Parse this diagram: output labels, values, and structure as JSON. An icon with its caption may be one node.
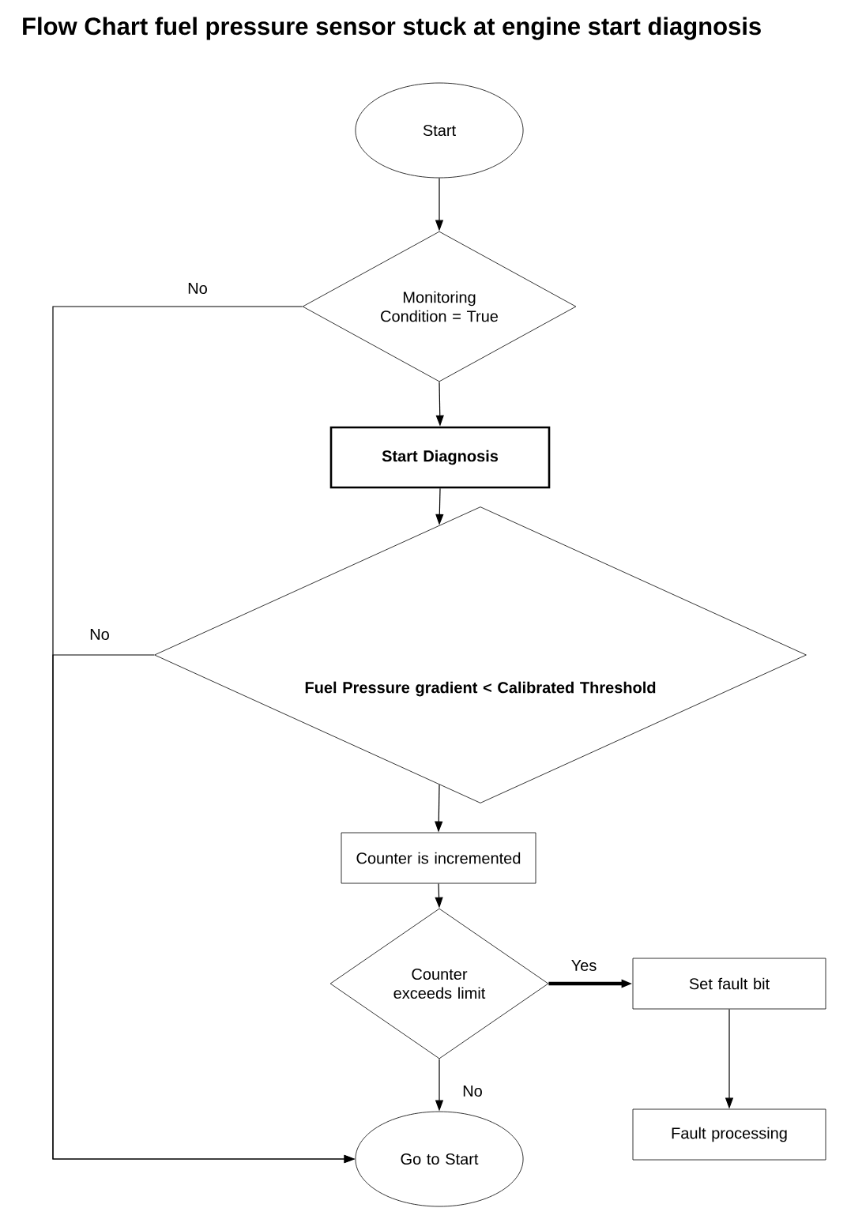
{
  "diagram": {
    "title": "Flow Chart fuel pressure sensor stuck at engine start diagnosis",
    "nodes": [
      {
        "text": [
          "Start"
        ]
      },
      {
        "text": [
          "Monitoring Condition = True"
        ]
      },
      {
        "text": [
          "Start Diagnosis"
        ]
      },
      {
        "text": [
          "Fuel Pressure gradient < Calibrated Threshold"
        ]
      },
      {
        "text": [
          "Counter is incremented"
        ]
      },
      {
        "text": [
          "Counter exceeds limit"
        ]
      },
      {
        "text": [
          "Set fault bit"
        ]
      },
      {
        "text": [
          "Fault processing"
        ]
      },
      {
        "text": [
          "Go to Start"
        ]
      }
    ],
    "edges": [
      {
        "from": 0,
        "to": 1,
        "arrow": "to"
      },
      {
        "from": 1,
        "to": 2,
        "arrow": "to"
      },
      {
        "from": 2,
        "to": 3,
        "arrow": "to"
      },
      {
        "from": 3,
        "to": 4,
        "arrow": "to"
      },
      {
        "from": 4,
        "to": 5,
        "arrow": "to"
      },
      {
        "from": 5,
        "to": 6,
        "arrow": "to",
        "label": "Yes",
        "style": "thick"
      },
      {
        "from": 6,
        "to": 7,
        "arrow": "to"
      },
      {
        "from": 5,
        "to": 8,
        "arrow": "to",
        "label": "No"
      },
      {
        "from": 1,
        "to": 8,
        "arrow": "to",
        "label": "No"
      },
      {
        "from": 3,
        "to": 8,
        "arrow": "to",
        "label": "No"
      }
    ]
  }
}
